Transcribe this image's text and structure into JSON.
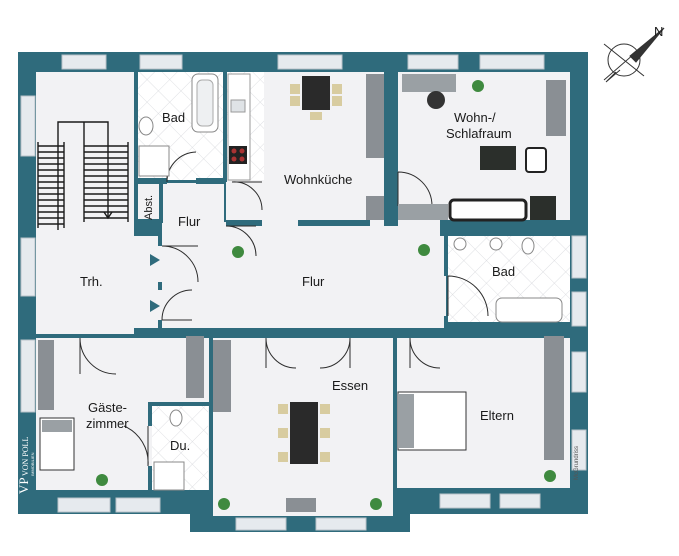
{
  "rooms": {
    "bad_top": "Bad",
    "wohnkueche": "Wohnküche",
    "wohn_line1": "Wohn-/",
    "wohn_line2": "Schlafraum",
    "abst": "Abst.",
    "flur_small": "Flur",
    "trh": "Trh.",
    "flur_main": "Flur",
    "bad_right": "Bad",
    "gaeste_line1": "Gäste-",
    "gaeste_line2": "zimmer",
    "du": "Du.",
    "essen": "Essen",
    "eltern": "Eltern"
  },
  "compass": {
    "north": "N"
  },
  "logo": {
    "initials": "VP",
    "brand": "VON POLL",
    "sub": "IMMOBILIEN"
  },
  "credit": "McGrundriss",
  "colors": {
    "wall": "#2f6b7c",
    "window": "#e6eaee",
    "floor": "#f2f2f4",
    "tile": "#ffffff",
    "furniture": "#8a8f94",
    "plant": "#3f8a3f"
  }
}
